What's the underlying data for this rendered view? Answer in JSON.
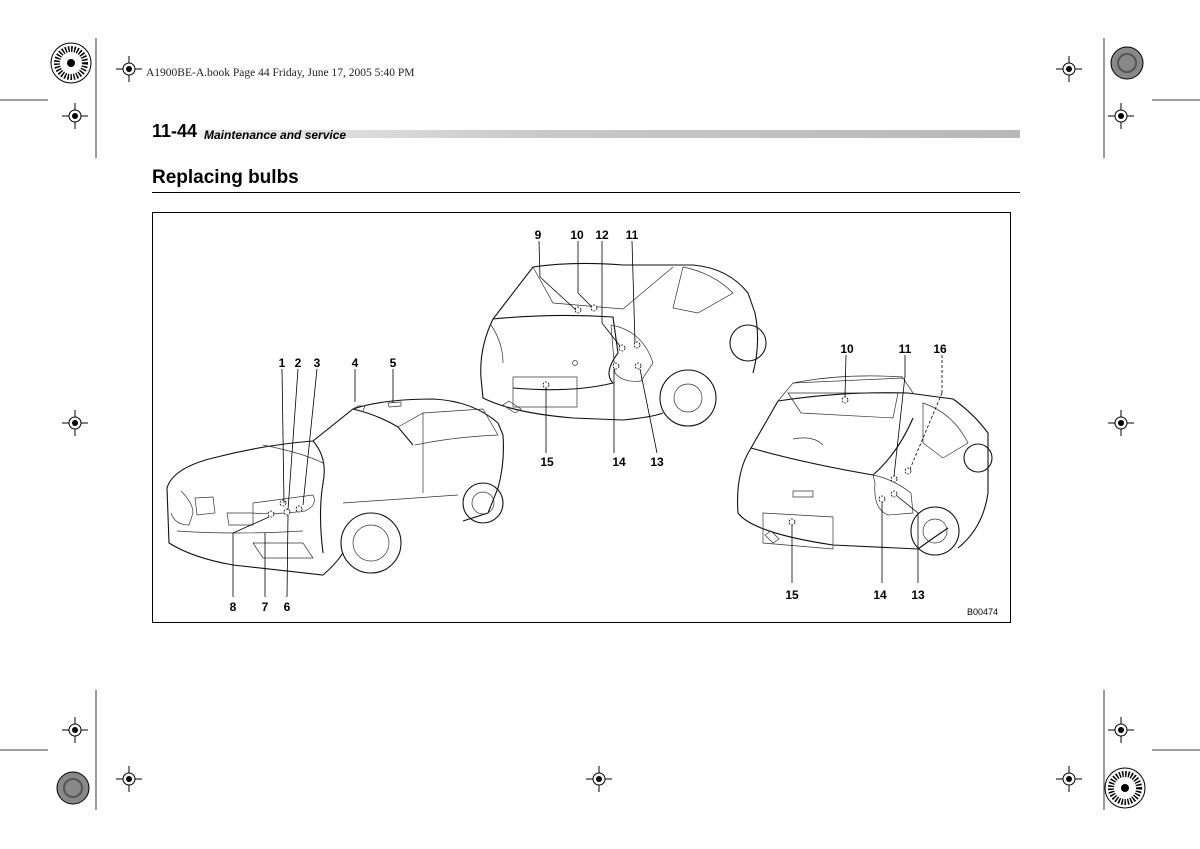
{
  "print_header": "A1900BE-A.book  Page 44  Friday, June 17, 2005  5:40 PM",
  "page_number": "11-44",
  "section_title": "Maintenance and service",
  "page_heading": "Replacing bulbs",
  "figure": {
    "code": "B00474",
    "front_sedan_callouts": [
      "1",
      "2",
      "3",
      "4",
      "5",
      "6",
      "7",
      "8"
    ],
    "rear_sedan_callouts": [
      "9",
      "10",
      "11",
      "12",
      "13",
      "14",
      "15"
    ],
    "rear_wagon_callouts": [
      "10",
      "11",
      "13",
      "14",
      "15",
      "16"
    ]
  }
}
